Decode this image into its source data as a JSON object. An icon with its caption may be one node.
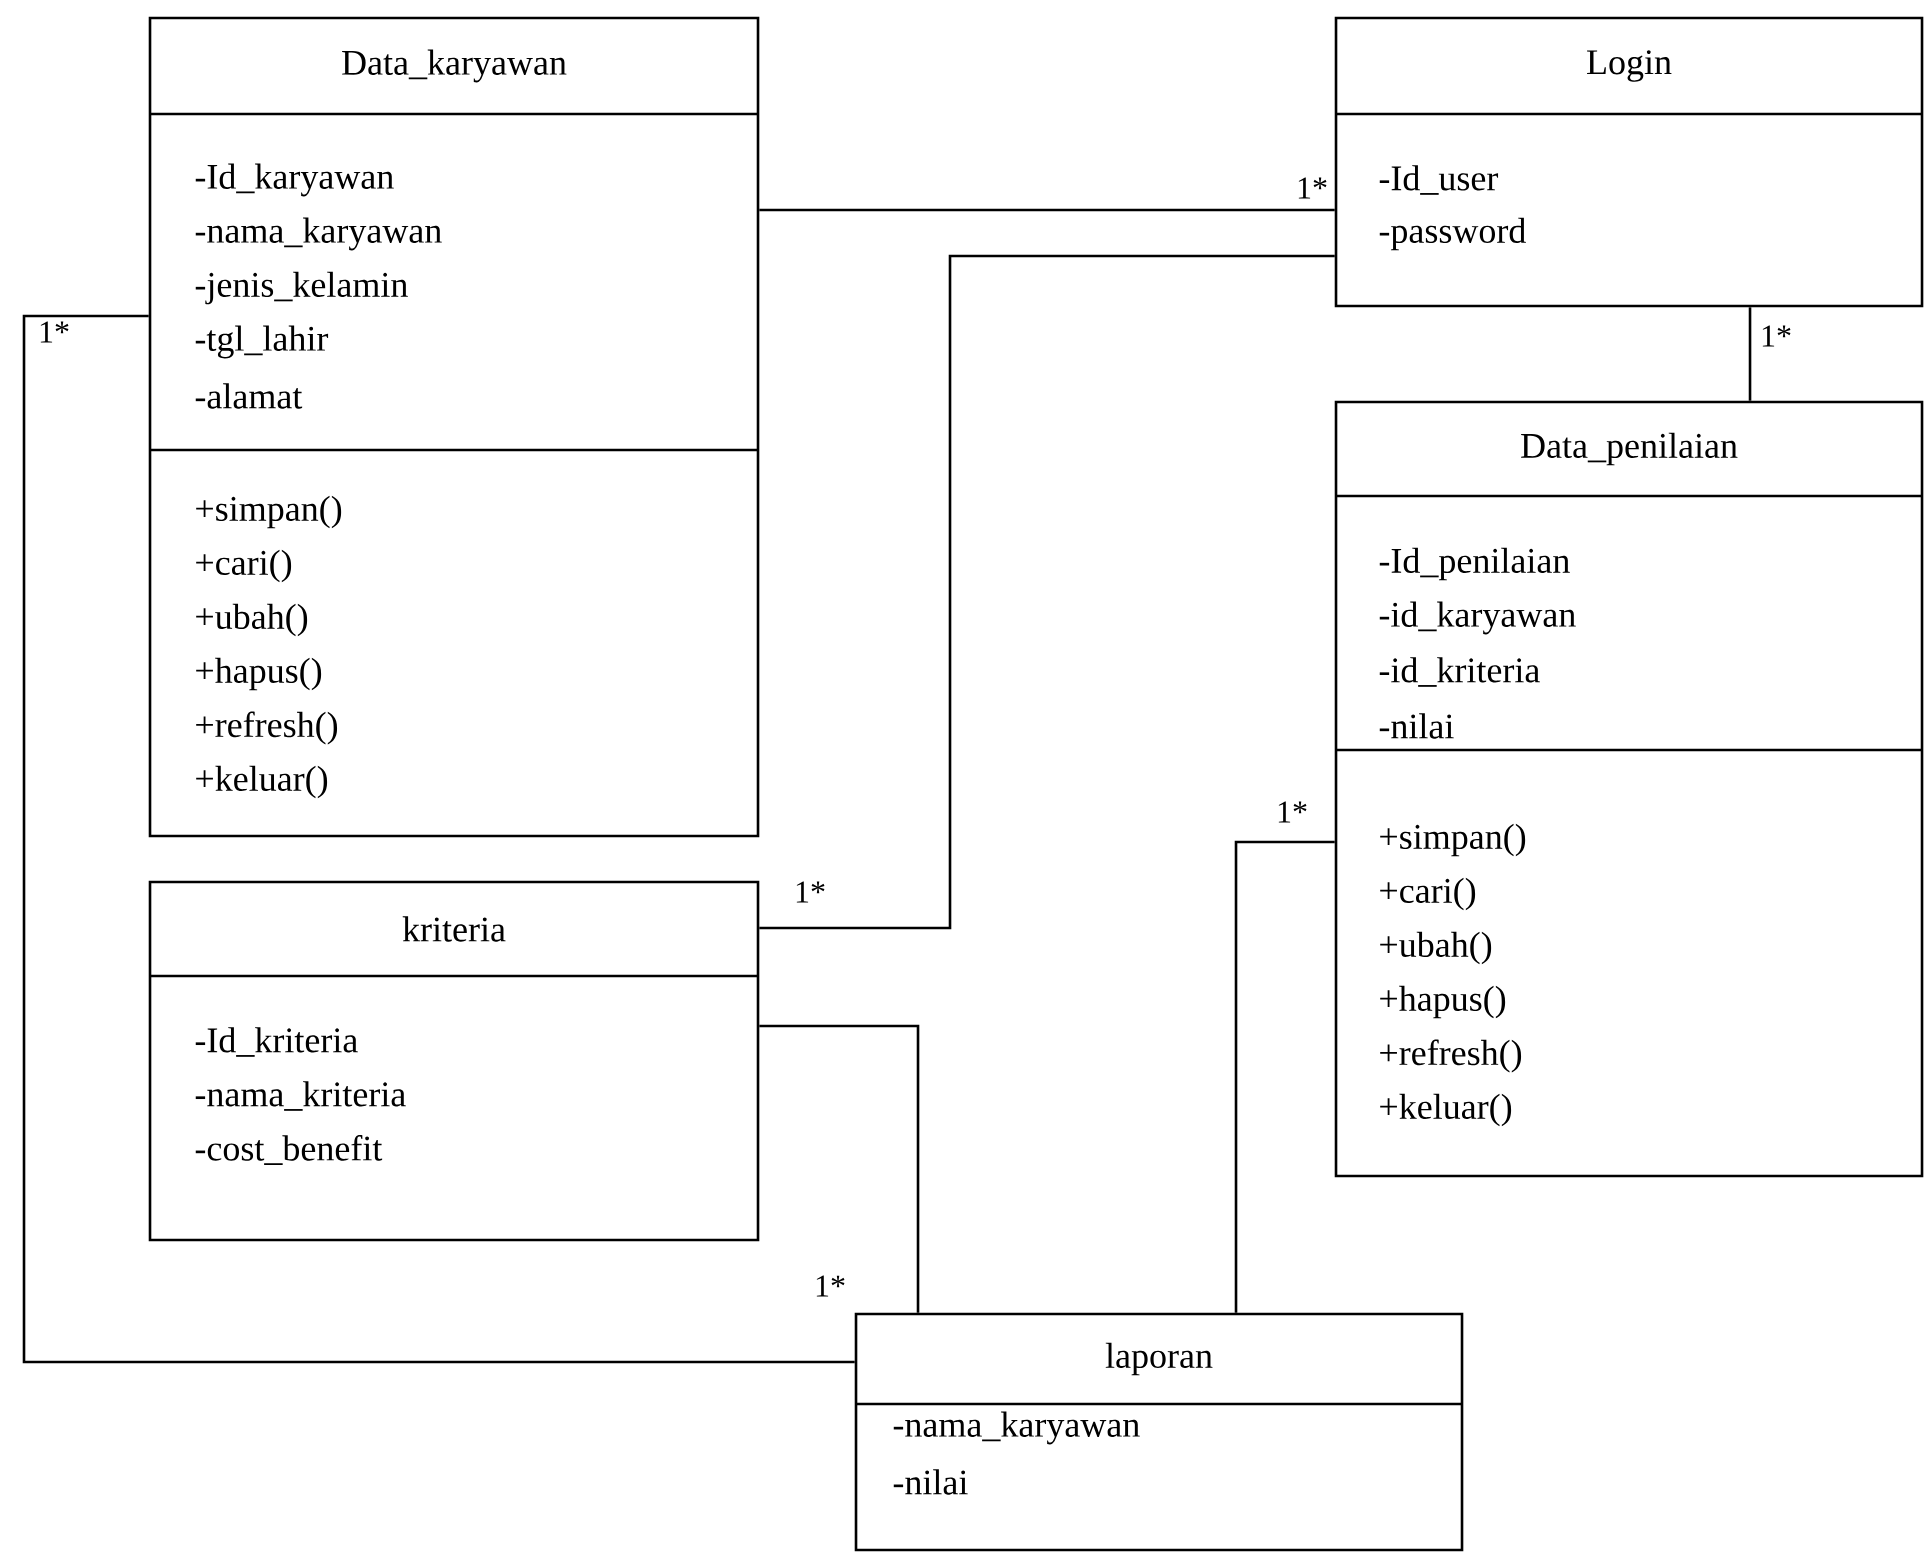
{
  "diagram": {
    "nodes": [
      {
        "text": [
          "Data_karyawan",
          "-Id_karyawan",
          "-nama_karyawan",
          "-jenis_kelamin",
          "-tgl_lahir",
          "-alamat",
          "+simpan()",
          "+cari()",
          "+ubah()",
          "+hapus()",
          "+refresh()",
          "+keluar()"
        ]
      },
      {
        "text": [
          "Login",
          "-Id_user",
          "-password"
        ]
      },
      {
        "text": [
          "Data_penilaian",
          "-Id_penilaian",
          "-id_karyawan",
          "-id_kriteria",
          "-nilai",
          "+simpan()",
          "+cari()",
          "+ubah()",
          "+hapus()",
          "+refresh()",
          "+keluar()"
        ]
      },
      {
        "text": [
          "kriteria",
          "-Id_kriteria",
          "-nama_kriteria",
          "-cost_benefit"
        ]
      },
      {
        "text": [
          "laporan",
          "-nama_karyawan",
          "-nilai"
        ]
      }
    ],
    "edges": [
      {
        "from": 0,
        "to": 1,
        "arrow": "none",
        "label": "1*"
      },
      {
        "from": 3,
        "to": 1,
        "arrow": "none",
        "label": "1*"
      },
      {
        "from": 1,
        "to": 2,
        "arrow": "none",
        "label": "1*"
      },
      {
        "from": 2,
        "to": 4,
        "arrow": "none",
        "label": "1*"
      },
      {
        "from": 3,
        "to": 4,
        "arrow": "none",
        "label": "1*"
      },
      {
        "from": 0,
        "to": 4,
        "arrow": "none",
        "label": "1*"
      }
    ]
  }
}
